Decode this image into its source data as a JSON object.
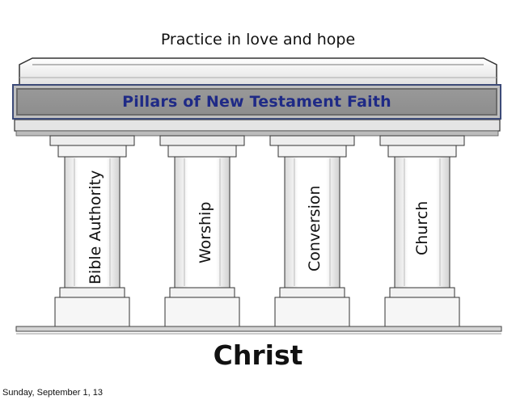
{
  "diagram": {
    "top_caption": "Practice in love and hope",
    "banner_title": "Pillars of New Testament Faith",
    "pillars": [
      {
        "label": "Bible Authority"
      },
      {
        "label": "Worship"
      },
      {
        "label": "Conversion"
      },
      {
        "label": "Church"
      }
    ],
    "foundation_label": "Christ"
  },
  "footer": {
    "date": "Sunday, September 1, 13"
  }
}
